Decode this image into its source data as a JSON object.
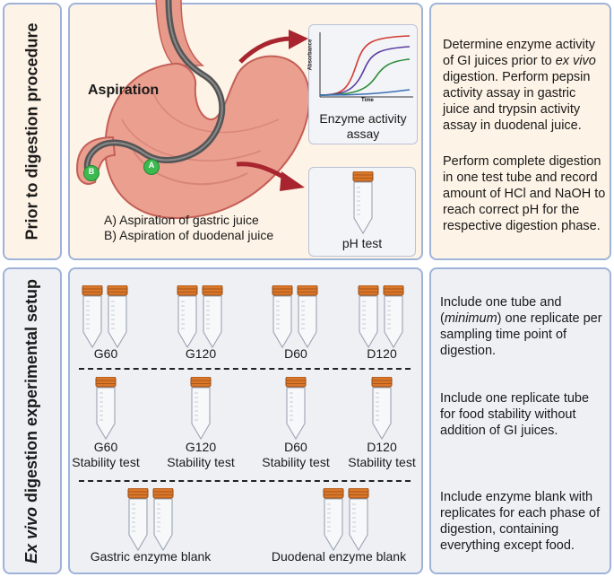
{
  "row1": {
    "side_label": "Prior to digestion procedure",
    "aspiration_title": "Aspiration",
    "marker_a": "A",
    "marker_b": "B",
    "legend_a": "A) Aspiration of gastric juice",
    "legend_b": "B) Aspiration of duodenal juice",
    "assay_ylabel": "Absorbance",
    "assay_xlabel": "Time",
    "assay_caption_1": "Enzyme activity",
    "assay_caption_2": "assay",
    "ph_caption": "pH test",
    "desc1_line1": "Determine enzyme activity",
    "desc1_line2": "of GI juices prior to",
    "desc1_italic": "ex vivo",
    "desc1_rest": "digestion. Perform pepsin activity assay in gastric juice and trypsin activity assay in duodenal juice.",
    "desc2": "Perform complete digestion in one test tube and record amount of HCl and NaOH to reach correct pH for the respective digestion phase."
  },
  "row2": {
    "side_label_italic": "Ex vivo",
    "side_label_rest": " digestion experimental setup",
    "sampling_labels": [
      "G60",
      "G120",
      "D60",
      "D120"
    ],
    "stability_labels": [
      "G60",
      "G120",
      "D60",
      "D120"
    ],
    "stability_suffix": "Stability test",
    "blank_gastric": "Gastric enzyme blank",
    "blank_duodenal": "Duodenal enzyme blank",
    "desc1_pre": "Include one tube and (",
    "desc1_italic": "minimum",
    "desc1_post": ") one replicate per sampling time point of digestion.",
    "desc2": "Include one replicate tube for food stability without addition of GI juices.",
    "desc3": "Include enzyme blank with replicates for each phase of digestion, containing everything except food."
  },
  "colors": {
    "panel_border": "#9fb3d9",
    "peach": "#fdf3e6",
    "grey": "#eef0f4",
    "tube_cap": "#d9772b",
    "arrow": "#a8252f",
    "marker": "#3cb94f",
    "curve_red": "#d43a33",
    "curve_purple": "#5a3fa0",
    "curve_green": "#2f8f3c",
    "curve_blue": "#3a6fb8"
  }
}
